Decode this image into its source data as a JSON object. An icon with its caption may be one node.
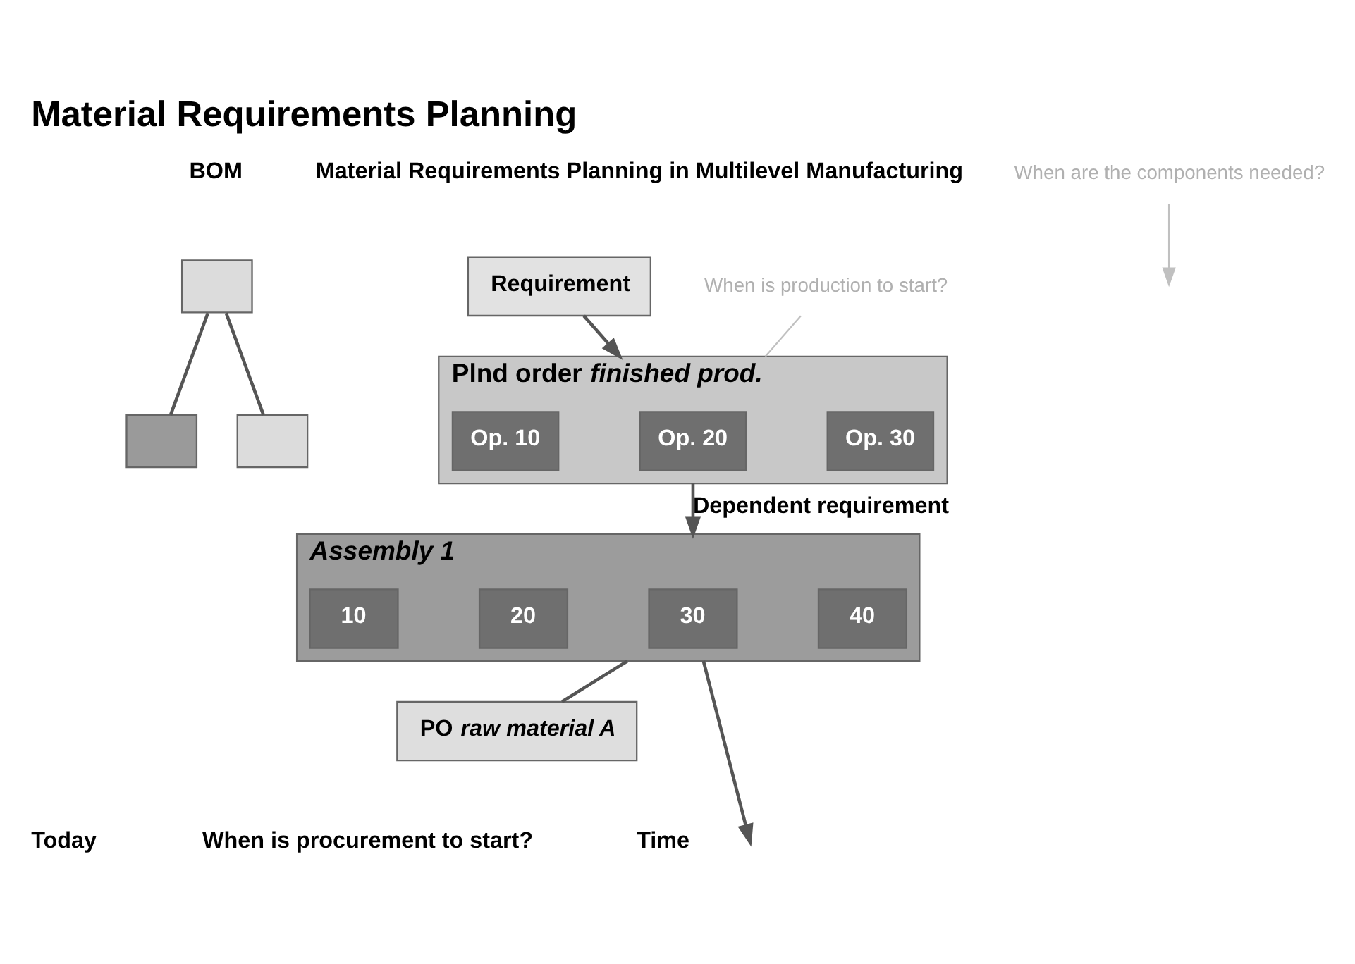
{
  "diagram": {
    "title": "Material Requirements Planning",
    "nodes": [
      {
        "text": [],
        "shape": "box"
      },
      {
        "text": [],
        "shape": "box"
      },
      {
        "text": [],
        "shape": "box"
      },
      {
        "text": [
          "Requirement"
        ]
      },
      {
        "text": [
          "When is production to start?"
        ]
      },
      {
        "text": [
          "Plnd order *finished prod.*"
        ]
      },
      {
        "text": [
          "Op. 10"
        ],
        "in": 5
      },
      {
        "text": [
          "Op. 20"
        ],
        "in": 5
      },
      {
        "text": [
          "Op. 30"
        ],
        "in": 5
      },
      {
        "text": [
          "When are the components needed?"
        ]
      },
      {
        "text": [
          "*Assembly 1*"
        ]
      },
      {
        "text": [
          "10"
        ],
        "in": 10
      },
      {
        "text": [
          "20"
        ],
        "in": 10
      },
      {
        "text": [
          "30"
        ],
        "in": 10
      },
      {
        "text": [
          "40"
        ],
        "in": 10
      },
      {
        "text": [
          "PO *raw material A*"
        ]
      }
    ],
    "edges": [
      {
        "from": 0,
        "to": 1,
        "arrow": "none"
      },
      {
        "from": 0,
        "to": 2,
        "arrow": "none"
      },
      {
        "from": 3,
        "to": 5,
        "arrow": "to"
      },
      {
        "from": 4,
        "to": 5,
        "arrow": "none",
        "color": "#c0c0c0"
      },
      {
        "from": 5,
        "to": 10,
        "arrow": "to",
        "label": "Dependent requirement"
      },
      {
        "from": 9,
        "to": null,
        "arrow": "to",
        "color": "#c0c0c0"
      },
      {
        "from": 10,
        "to": 15,
        "arrow": "none"
      },
      {
        "from": 10,
        "to": null,
        "arrow": "to"
      }
    ],
    "labels": [
      "Material Requirements Planning in Multilevel Manufacturing",
      "BOM",
      "Today",
      "When is procurement to start?",
      "Time"
    ]
  }
}
